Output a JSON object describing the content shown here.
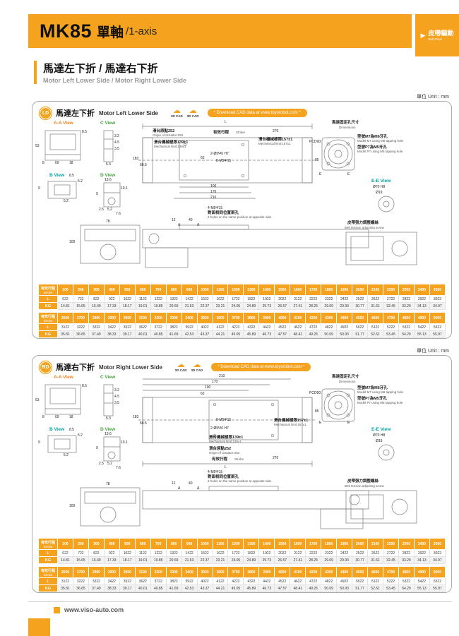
{
  "header": {
    "model": "MK85",
    "title_cn": "單軸",
    "title_en": "/1-axis",
    "drive_cn": "皮帶驅動",
    "drive_en": "Belt Drive"
  },
  "section": {
    "title_cn": "馬達左下折 / 馬達右下折",
    "title_en": "Motor Left  Lower Side / Motor  Right Lower Side"
  },
  "shared": {
    "unit": "單位 Unit : mm",
    "download": "* Download CAD data at www.toyorobot.com *",
    "cad_2d": "2D CAD",
    "cad_3d": "3D CAD"
  },
  "panels": [
    {
      "badge": "LD",
      "title_cn": "馬達左下折",
      "title_en": "Motor Left Lower Side"
    },
    {
      "badge": "RD",
      "title_cn": "馬達右下折",
      "title_en": "Motor Right Lower Side"
    }
  ],
  "drawing_labels": {
    "aa_view": "A-A View",
    "c_view": "C View",
    "b_view": "B View",
    "d_view": "D View",
    "dim_53": "53",
    "dim_8": "8",
    "dim_69": "69",
    "dim_18": "18",
    "dim_8_5": "8.5",
    "dim_3_2": "3.2",
    "dim_4_5": "4.5",
    "dim_3_5": "3.5",
    "dim_5_3": "5.3",
    "dim_5_2": "5.2",
    "dim_9": "9",
    "dim_13_6": "13.6",
    "dim_10_1": "10.1",
    "dim_2_5": "2.5",
    "dim_7_6": "7.6",
    "origin_cn": "滑台原點252",
    "origin_en": "Origin of actuator:252",
    "stroke_cn": "有效行程",
    "stroke_en": "Stroke",
    "dim_270": "270",
    "dim_L": "L",
    "mech139_cn": "滑台機械極限139±1",
    "mech139_en": "Mechanical limit:139±1",
    "mech157_cn": "滑台機械極限157±1",
    "mech157_en": "Mechanical limit:157±1",
    "holes_2": "2-Ø5Ψ6 H7",
    "holes_8": "8-M5Ψ15",
    "dim_62": "62",
    "dim_85": "85",
    "dim_100": "100",
    "dim_170": "170",
    "dim_210": "210",
    "dim_183": "183",
    "dim_60_5": "60.5",
    "holes_4": "4-M5Ψ15",
    "holes_4_cn": "對面相同位置兩孔",
    "holes_4_en": "2 holes on the same position at opposite side.",
    "dim_12": "12",
    "dim_40": "40",
    "sec_A": "A",
    "dim_78": "78",
    "mount_cn": "馬達固定孔尺寸",
    "mount_en": "Dimensions",
    "pcd": "PCD90",
    "m7_cn": "型號M7為M6牙孔",
    "m7_en": "Model M7 using M6 tapping hole",
    "p7_cn": "型號P7為M5牙孔",
    "p7_en": "Model P7 using M5 tapping hole",
    "ee_view": "E-E View",
    "dia_70": "Ø70 H8",
    "dia_19": "Ø19",
    "sec_E": "E",
    "belt_cn": "皮帶張力調整螺絲",
    "belt_en": "Belt tension adjusting screw"
  },
  "tables": [
    {
      "header_label_cn": "有效行程",
      "header_label_en": "Stroke",
      "strokes": [
        "100",
        "200",
        "300",
        "400",
        "500",
        "600",
        "700",
        "800",
        "900",
        "1000",
        "1100",
        "1200",
        "1300",
        "1400",
        "1500",
        "1600",
        "1700",
        "1800",
        "1900",
        "2000",
        "2100",
        "2200",
        "2300",
        "2400",
        "2500"
      ],
      "rows": [
        {
          "label": "L",
          "values": [
            "622",
            "722",
            "822",
            "922",
            "1022",
            "1122",
            "1222",
            "1322",
            "1422",
            "1522",
            "1622",
            "1722",
            "1822",
            "1922",
            "2022",
            "2122",
            "2222",
            "2322",
            "2422",
            "2522",
            "2622",
            "2722",
            "2822",
            "2922",
            "3022"
          ]
        },
        {
          "label": "KG",
          "values": [
            "14.81",
            "15.65",
            "16.49",
            "17.33",
            "18.17",
            "19.01",
            "19.85",
            "20.69",
            "21.53",
            "22.37",
            "23.21",
            "24.05",
            "24.89",
            "25.73",
            "26.57",
            "27.41",
            "28.25",
            "29.09",
            "29.93",
            "30.77",
            "31.61",
            "32.45",
            "33.29",
            "34.13",
            "34.97"
          ]
        }
      ]
    },
    {
      "header_label_cn": "有效行程",
      "header_label_en": "Stroke",
      "strokes": [
        "2600",
        "2700",
        "2800",
        "2900",
        "3000",
        "3100",
        "3200",
        "3300",
        "3400",
        "3500",
        "3600",
        "3700",
        "3800",
        "3900",
        "4000",
        "4100",
        "4200",
        "4300",
        "4400",
        "4500",
        "4600",
        "4700",
        "4800",
        "4900",
        "5000"
      ],
      "rows": [
        {
          "label": "L",
          "values": [
            "3122",
            "3222",
            "3322",
            "3422",
            "3522",
            "3622",
            "3722",
            "3822",
            "3922",
            "4022",
            "4122",
            "4222",
            "4322",
            "4422",
            "4522",
            "4622",
            "4722",
            "4822",
            "4922",
            "5022",
            "5122",
            "5222",
            "5322",
            "5422",
            "5522"
          ]
        },
        {
          "label": "KG",
          "values": [
            "35.81",
            "36.65",
            "37.49",
            "38.33",
            "39.17",
            "40.01",
            "40.85",
            "41.69",
            "42.53",
            "43.37",
            "44.21",
            "45.05",
            "45.89",
            "46.73",
            "47.57",
            "48.41",
            "49.25",
            "50.09",
            "50.93",
            "51.77",
            "52.61",
            "53.45",
            "54.29",
            "55.13",
            "55.97"
          ]
        }
      ]
    }
  ],
  "footer": {
    "url": "www.viso-auto.com"
  }
}
